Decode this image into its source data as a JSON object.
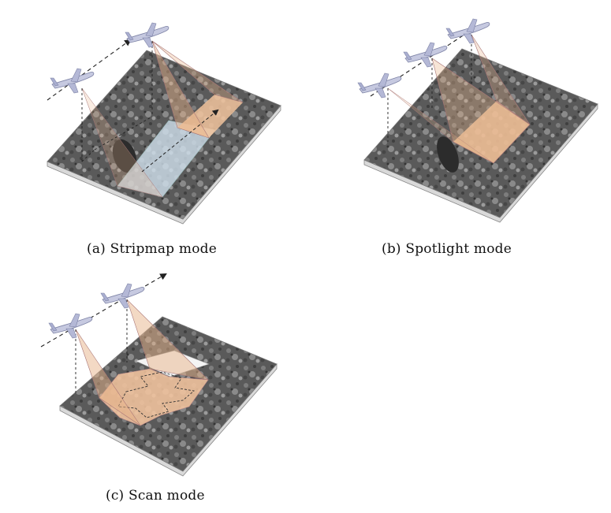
{
  "figure": {
    "captions": {
      "a": "(a) Stripmap mode",
      "b": "(b) Spotlight mode",
      "c": "(c) Scan mode"
    }
  },
  "colors": {
    "ground_dark": "#4a4a4a",
    "ground_light": "#9a9a9a",
    "beam": "#e8b48a",
    "footprint": "#f2c49e",
    "strip_swath": "#cfe0ec",
    "plane": "#c6c9e0",
    "line": "#222222"
  },
  "icons": [
    "aircraft-icon",
    "flight-path-arrow-icon"
  ]
}
